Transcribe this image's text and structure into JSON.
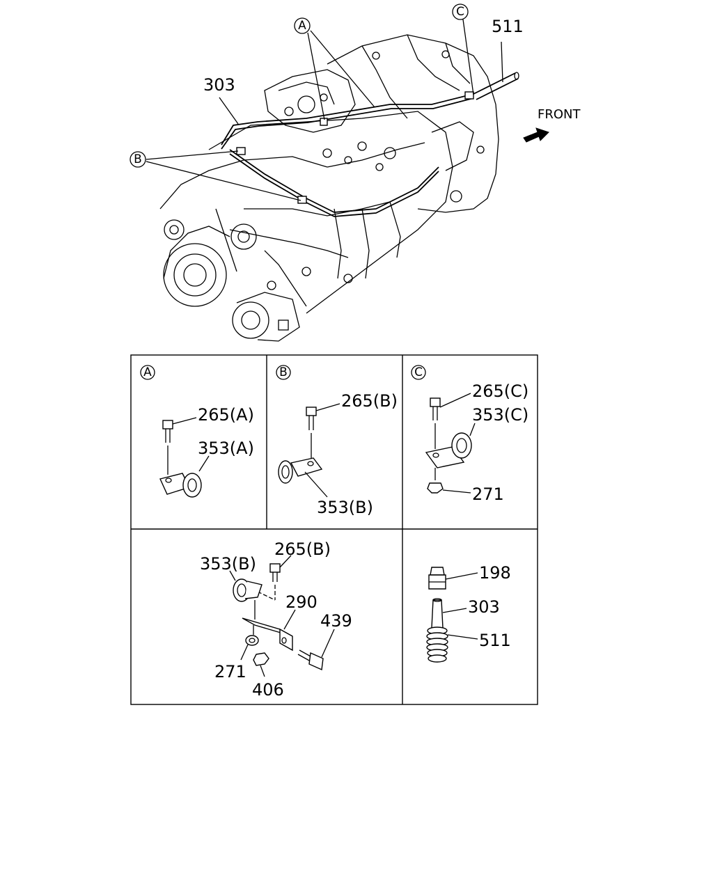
{
  "main_view": {
    "callouts": {
      "a": "A",
      "b": "B",
      "c": "C"
    },
    "labels": {
      "p303": "303",
      "p511": "511"
    },
    "front": "FRONT"
  },
  "panels": {
    "a": {
      "tag": "A",
      "bolt": "265(A)",
      "clip": "353(A)"
    },
    "b": {
      "tag": "B",
      "bolt": "265(B)",
      "clip": "353(B)"
    },
    "c": {
      "tag": "C",
      "bolt": "265(C)",
      "clip": "353(C)",
      "nut": "271"
    },
    "bracket": {
      "clip": "353(B)",
      "bolt": "265(B)",
      "bracket": "290",
      "bolt2": "439",
      "washer": "271",
      "nut": "406"
    },
    "hose": {
      "fitting": "198",
      "pipe": "303",
      "hose": "511"
    }
  }
}
